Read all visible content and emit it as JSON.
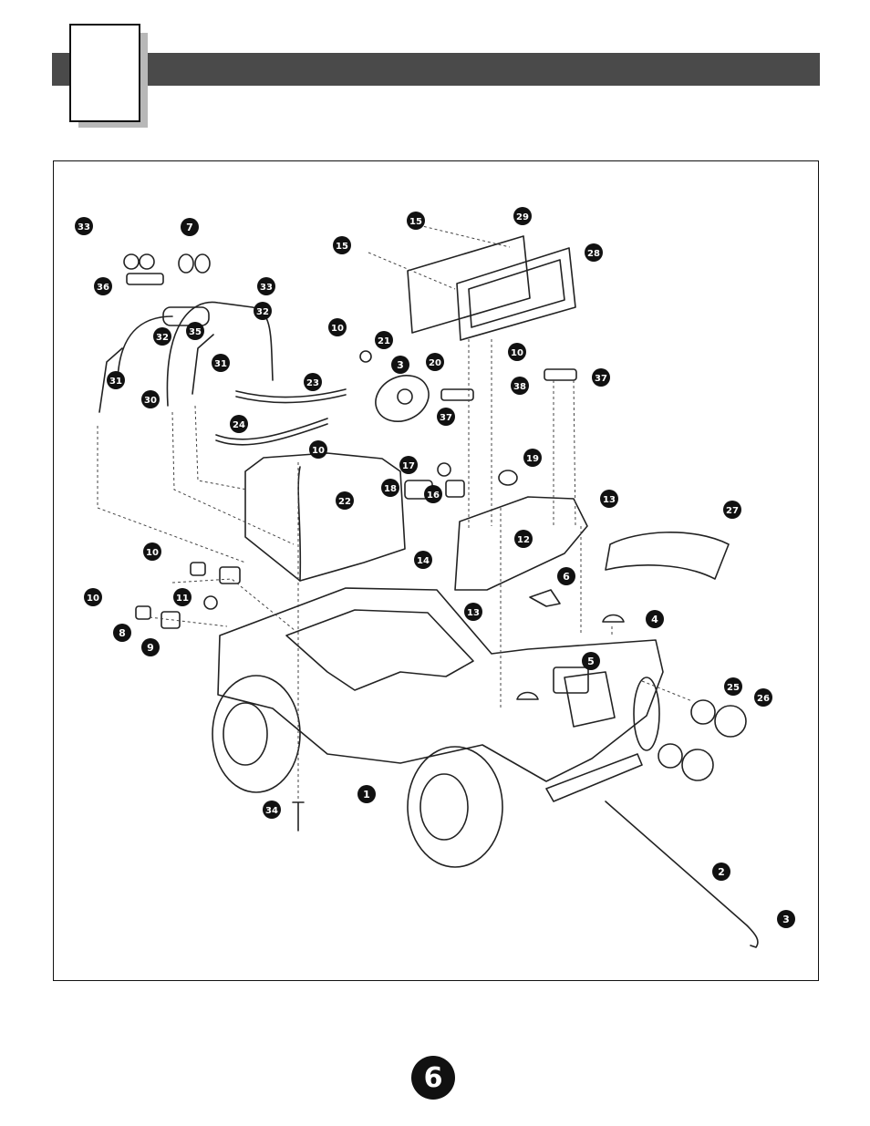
{
  "page_number": "6",
  "part_labels": [
    {
      "n": "33"
    },
    {
      "n": "7"
    },
    {
      "n": "36"
    },
    {
      "n": "33"
    },
    {
      "n": "32"
    },
    {
      "n": "35"
    },
    {
      "n": "32"
    },
    {
      "n": "31"
    },
    {
      "n": "31"
    },
    {
      "n": "30"
    },
    {
      "n": "23"
    },
    {
      "n": "24"
    },
    {
      "n": "15"
    },
    {
      "n": "29"
    },
    {
      "n": "15"
    },
    {
      "n": "28"
    },
    {
      "n": "10"
    },
    {
      "n": "21"
    },
    {
      "n": "3"
    },
    {
      "n": "20"
    },
    {
      "n": "10"
    },
    {
      "n": "38"
    },
    {
      "n": "37"
    },
    {
      "n": "37"
    },
    {
      "n": "10"
    },
    {
      "n": "17"
    },
    {
      "n": "19"
    },
    {
      "n": "16"
    },
    {
      "n": "18"
    },
    {
      "n": "22"
    },
    {
      "n": "13"
    },
    {
      "n": "27"
    },
    {
      "n": "12"
    },
    {
      "n": "14"
    },
    {
      "n": "13"
    },
    {
      "n": "6"
    },
    {
      "n": "10"
    },
    {
      "n": "10"
    },
    {
      "n": "11"
    },
    {
      "n": "8"
    },
    {
      "n": "9"
    },
    {
      "n": "4"
    },
    {
      "n": "5"
    },
    {
      "n": "25"
    },
    {
      "n": "26"
    },
    {
      "n": "1"
    },
    {
      "n": "34"
    },
    {
      "n": "2"
    },
    {
      "n": "3"
    }
  ]
}
